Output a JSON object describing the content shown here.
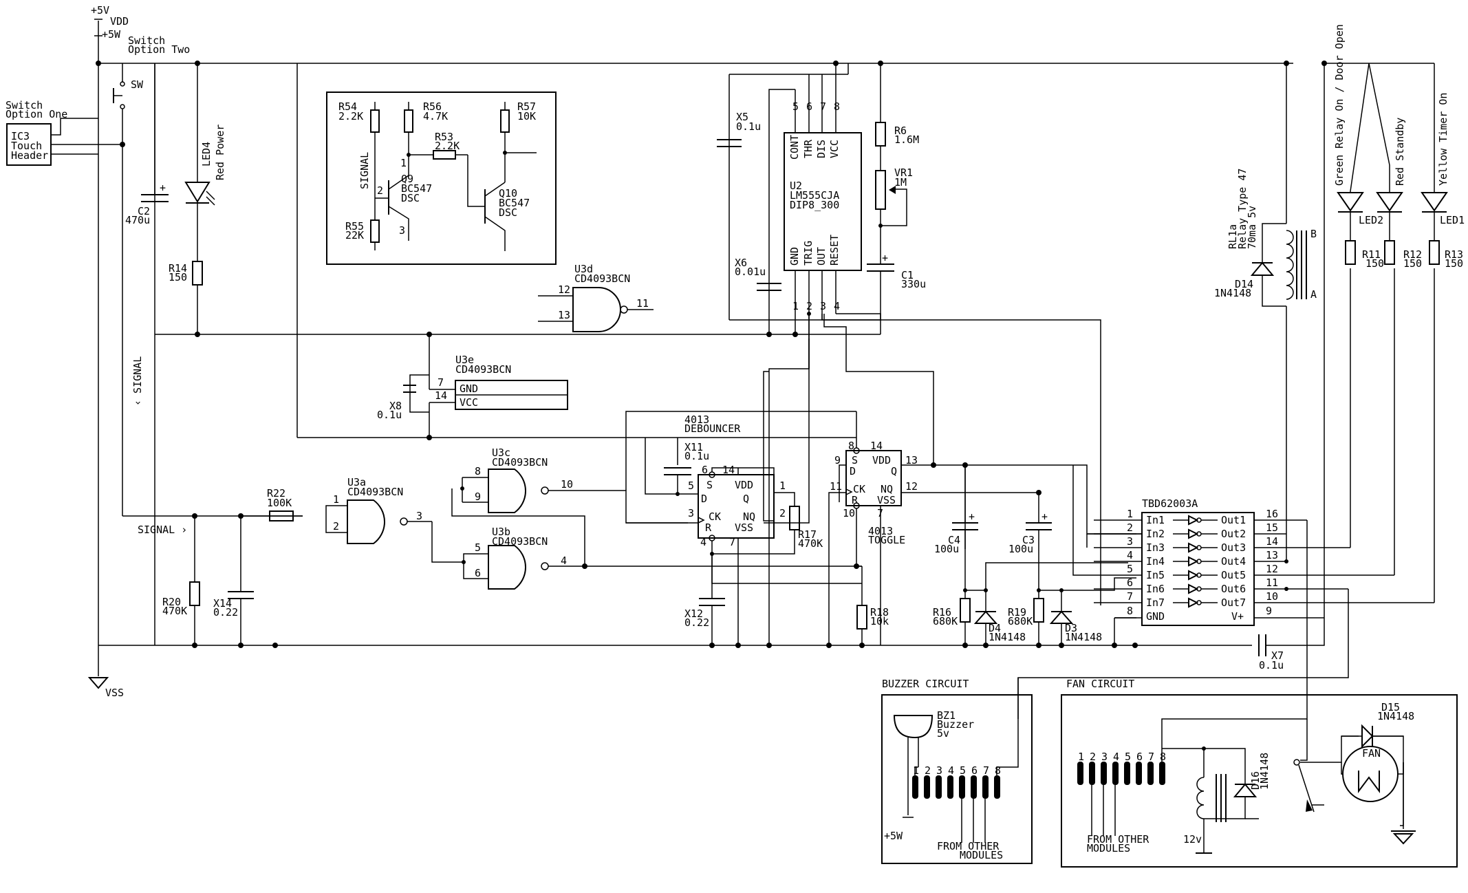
{
  "power": {
    "v5": "+5V",
    "vdd": "VDD",
    "plus5w": "+5W",
    "vss": "VSS",
    "plus5w_buzzer": "+5W",
    "v12": "12v"
  },
  "switches": {
    "option_two": [
      "Switch",
      "Option Two"
    ],
    "option_one": [
      "Switch",
      "Option One"
    ],
    "sw": "SW"
  },
  "header": {
    "ref": "IC3",
    "lines": [
      "Touch",
      "Header"
    ]
  },
  "signals": {
    "signal_left": "‹ SIGNAL",
    "signal_bottom": "SIGNAL ›",
    "signal_q9": "SIGNAL"
  },
  "passives": {
    "c2": [
      "C2",
      "470u"
    ],
    "led4": [
      "LED4",
      "Red Power"
    ],
    "r14": [
      "R14",
      "150"
    ],
    "r54": [
      "R54",
      "2.2K"
    ],
    "r56": [
      "R56",
      "4.7K"
    ],
    "r57": [
      "R57",
      "10K"
    ],
    "r53": [
      "R53",
      "2.2K"
    ],
    "r55": [
      "R55",
      "22K"
    ],
    "q9": [
      "Q9",
      "BC547",
      "DSC"
    ],
    "q10": [
      "Q10",
      "BC547",
      "DSC"
    ],
    "x5": [
      "X5",
      "0.1u"
    ],
    "x6": [
      "X6",
      "0.01u"
    ],
    "r6": [
      "R6",
      "1.6M"
    ],
    "vr1": [
      "VR1",
      "1M"
    ],
    "c1": [
      "C1",
      "330u"
    ],
    "x8": [
      "X8",
      "0.1u"
    ],
    "x11": [
      "X11",
      "0.1u"
    ],
    "x12": [
      "X12",
      "0.22"
    ],
    "r17": [
      "R17",
      "470K"
    ],
    "r22": [
      "R22",
      "100K"
    ],
    "r20": [
      "R20",
      "470K"
    ],
    "x14": [
      "X14",
      "0.22"
    ],
    "r18": [
      "R18",
      "10k"
    ],
    "c4": [
      "C4",
      "100u"
    ],
    "c3": [
      "C3",
      "100u"
    ],
    "r16": [
      "R16",
      "680K"
    ],
    "r19": [
      "R19",
      "680K"
    ],
    "d4": [
      "D4",
      "1N4148"
    ],
    "d3": [
      "D3",
      "1N4148"
    ],
    "x7": [
      "X7",
      "0.1u"
    ],
    "rl1a": [
      "RL1a",
      "Relay Type 47",
      "70ma 5v"
    ],
    "d14": [
      "D14",
      "1N4148"
    ],
    "r11": [
      "R11",
      "150"
    ],
    "r12": [
      "R12",
      "150"
    ],
    "r13": [
      "R13",
      "150"
    ],
    "led2": "LED2",
    "led1": "LED1",
    "green_relay": "Green Relay On / Door Open",
    "red_standby": "Red Standby",
    "yellow_timer": "Yellow Timer On"
  },
  "ics": {
    "u2": {
      "ref": "U2",
      "part": "LM555CJA",
      "pkg": "DIP8_300",
      "pins_top": [
        "CONT",
        "THR",
        "DIS",
        "VCC"
      ],
      "pins_bottom": [
        "GND",
        "TRIG",
        "OUT",
        "RESET"
      ],
      "nums_top": [
        "5",
        "6",
        "7",
        "8"
      ],
      "nums_bottom": [
        "1",
        "2",
        "3",
        "4"
      ]
    },
    "u3d": {
      "ref": "U3d",
      "part": "CD4093BCN",
      "pins": [
        "12",
        "13",
        "11"
      ]
    },
    "u3e": {
      "ref": "U3e",
      "part": "CD4093BCN",
      "pins": [
        "7",
        "14",
        "GND",
        "VCC"
      ]
    },
    "u3a": {
      "ref": "U3a",
      "part": "CD4093BCN",
      "pins": [
        "1",
        "2",
        "3"
      ]
    },
    "u3b": {
      "ref": "U3b",
      "part": "CD4093BCN",
      "pins": [
        "5",
        "6",
        "4"
      ]
    },
    "u3c": {
      "ref": "U3c",
      "part": "CD4093BCN",
      "pins": [
        "8",
        "9",
        "10"
      ]
    },
    "deb": {
      "title": [
        "4013",
        "DEBOUNCER"
      ],
      "pins": [
        "S",
        "VDD",
        "D",
        "Q",
        "CK",
        "NQ",
        "R",
        "VSS"
      ],
      "nums": [
        "6",
        "14",
        "5",
        "1",
        "3",
        "2",
        "4",
        "7"
      ]
    },
    "tog": {
      "title": [
        "4013",
        "TOGGLE"
      ],
      "pins": [
        "S",
        "VDD",
        "D",
        "Q",
        "CK",
        "NQ",
        "R",
        "VSS"
      ],
      "nums": [
        "8",
        "14",
        "9",
        "13",
        "11",
        "12",
        "10",
        "7"
      ]
    },
    "uln": {
      "ref": "TBD62003A",
      "inputs": [
        "In1",
        "In2",
        "In3",
        "In4",
        "In5",
        "In6",
        "In7",
        "GND"
      ],
      "outputs": [
        "Out1",
        "Out2",
        "Out3",
        "Out4",
        "Out5",
        "Out6",
        "Out7",
        "V+"
      ],
      "in_nums": [
        "1",
        "2",
        "3",
        "4",
        "5",
        "6",
        "7",
        "8"
      ],
      "out_nums": [
        "16",
        "15",
        "14",
        "13",
        "12",
        "11",
        "10",
        "9"
      ]
    }
  },
  "buzzer_circuit": {
    "title": "BUZZER CIRCUIT",
    "bz": [
      "BZ1",
      "Buzzer",
      "5v"
    ],
    "pins": [
      "1",
      "2",
      "3",
      "4",
      "5",
      "6",
      "7",
      "8"
    ],
    "note": [
      "FROM OTHER",
      "MODULES"
    ]
  },
  "fan_circuit": {
    "title": "FAN CIRCUIT",
    "pins": [
      "1",
      "2",
      "3",
      "4",
      "5",
      "6",
      "7",
      "8"
    ],
    "d16": [
      "D16",
      "1N4148"
    ],
    "d15": [
      "D15",
      "1N4148"
    ],
    "fan": "FAN",
    "note": [
      "FROM OTHER",
      "MODULES"
    ]
  }
}
